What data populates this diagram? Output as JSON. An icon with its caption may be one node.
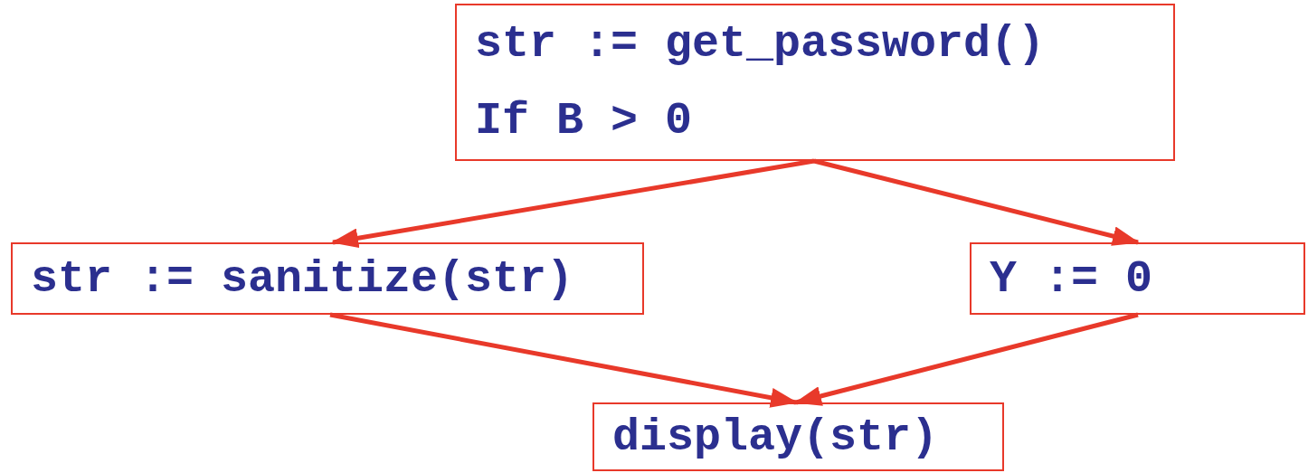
{
  "diagram": {
    "nodes": [
      {
        "text": [
          "str := get_password()",
          "If B > 0"
        ]
      },
      {
        "text": [
          "str := sanitize(str)"
        ]
      },
      {
        "text": [
          "Y := 0"
        ]
      },
      {
        "text": [
          "display(str)"
        ]
      }
    ],
    "edges": [
      {
        "from": 0,
        "to": 1,
        "arrow": "to"
      },
      {
        "from": 0,
        "to": 2,
        "arrow": "to"
      },
      {
        "from": 1,
        "to": 3,
        "arrow": "to"
      },
      {
        "from": 2,
        "to": 3,
        "arrow": "to"
      }
    ]
  }
}
